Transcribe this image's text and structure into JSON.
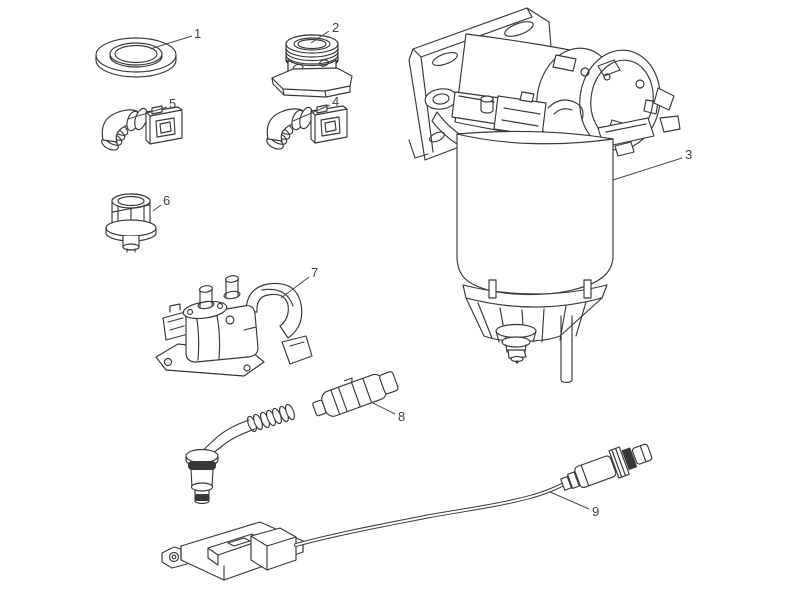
{
  "diagram": {
    "type": "exploded-parts-line-drawing",
    "subject": "fuel-filter-water-separator-assembly",
    "colors": {
      "background": "#ffffff",
      "line": "#383838",
      "label": "#3f3f3f"
    },
    "callouts": [
      {
        "number": "1",
        "part": "seal-washer"
      },
      {
        "number": "2",
        "part": "threaded-adapter-fitting"
      },
      {
        "number": "3",
        "part": "filter-water-separator-assembly"
      },
      {
        "number": "4",
        "part": "elbow-quick-connect-fitting"
      },
      {
        "number": "5",
        "part": "elbow-quick-connect-fitting"
      },
      {
        "number": "6",
        "part": "sensor-plug"
      },
      {
        "number": "7",
        "part": "primer-pump-assembly"
      },
      {
        "number": "8",
        "part": "sensor-with-cable-probe"
      },
      {
        "number": "9",
        "part": "sensor-wiring-harness"
      }
    ]
  }
}
